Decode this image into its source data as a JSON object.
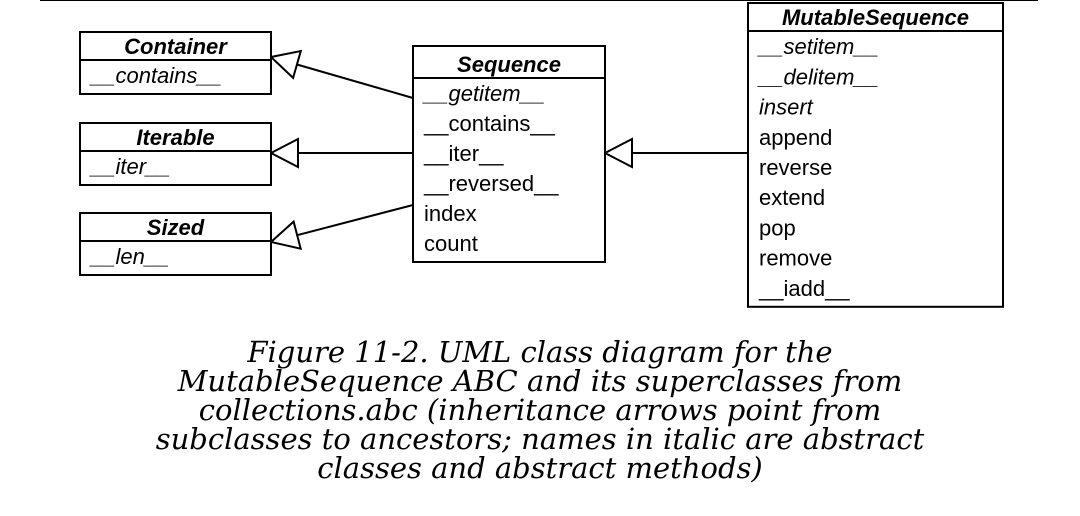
{
  "classes": [
    {
      "id": "container",
      "name": "Container",
      "abstract": true,
      "methods": [
        {
          "name": "__contains__",
          "abstract": true
        }
      ]
    },
    {
      "id": "iterable",
      "name": "Iterable",
      "abstract": true,
      "methods": [
        {
          "name": "__iter__",
          "abstract": true
        }
      ]
    },
    {
      "id": "sized",
      "name": "Sized",
      "abstract": true,
      "methods": [
        {
          "name": "__len__",
          "abstract": true
        }
      ]
    },
    {
      "id": "sequence",
      "name": "Sequence",
      "abstract": true,
      "methods": [
        {
          "name": "__getitem__",
          "abstract": true
        },
        {
          "name": "__contains__",
          "abstract": false
        },
        {
          "name": "__iter__",
          "abstract": false
        },
        {
          "name": "__reversed__",
          "abstract": false
        },
        {
          "name": "index",
          "abstract": false
        },
        {
          "name": "count",
          "abstract": false
        }
      ]
    },
    {
      "id": "mutablesequence",
      "name": "MutableSequence",
      "abstract": true,
      "methods": [
        {
          "name": "__setitem__",
          "abstract": true
        },
        {
          "name": "__delitem__",
          "abstract": true
        },
        {
          "name": "insert",
          "abstract": true
        },
        {
          "name": "append",
          "abstract": false
        },
        {
          "name": "reverse",
          "abstract": false
        },
        {
          "name": "extend",
          "abstract": false
        },
        {
          "name": "pop",
          "abstract": false
        },
        {
          "name": "remove",
          "abstract": false
        },
        {
          "name": "__iadd__",
          "abstract": false
        }
      ]
    }
  ],
  "inheritance": [
    {
      "from": "sequence",
      "to": "container"
    },
    {
      "from": "sequence",
      "to": "iterable"
    },
    {
      "from": "sequence",
      "to": "sized"
    },
    {
      "from": "mutablesequence",
      "to": "sequence"
    }
  ],
  "caption": {
    "lines": [
      "Figure 11-2. UML class diagram for the",
      "MutableSequence ABC and its superclasses from",
      "collections.abc (inheritance arrows point from",
      "subclasses to ancestors; names in italic are abstract",
      "classes and abstract methods)"
    ]
  }
}
